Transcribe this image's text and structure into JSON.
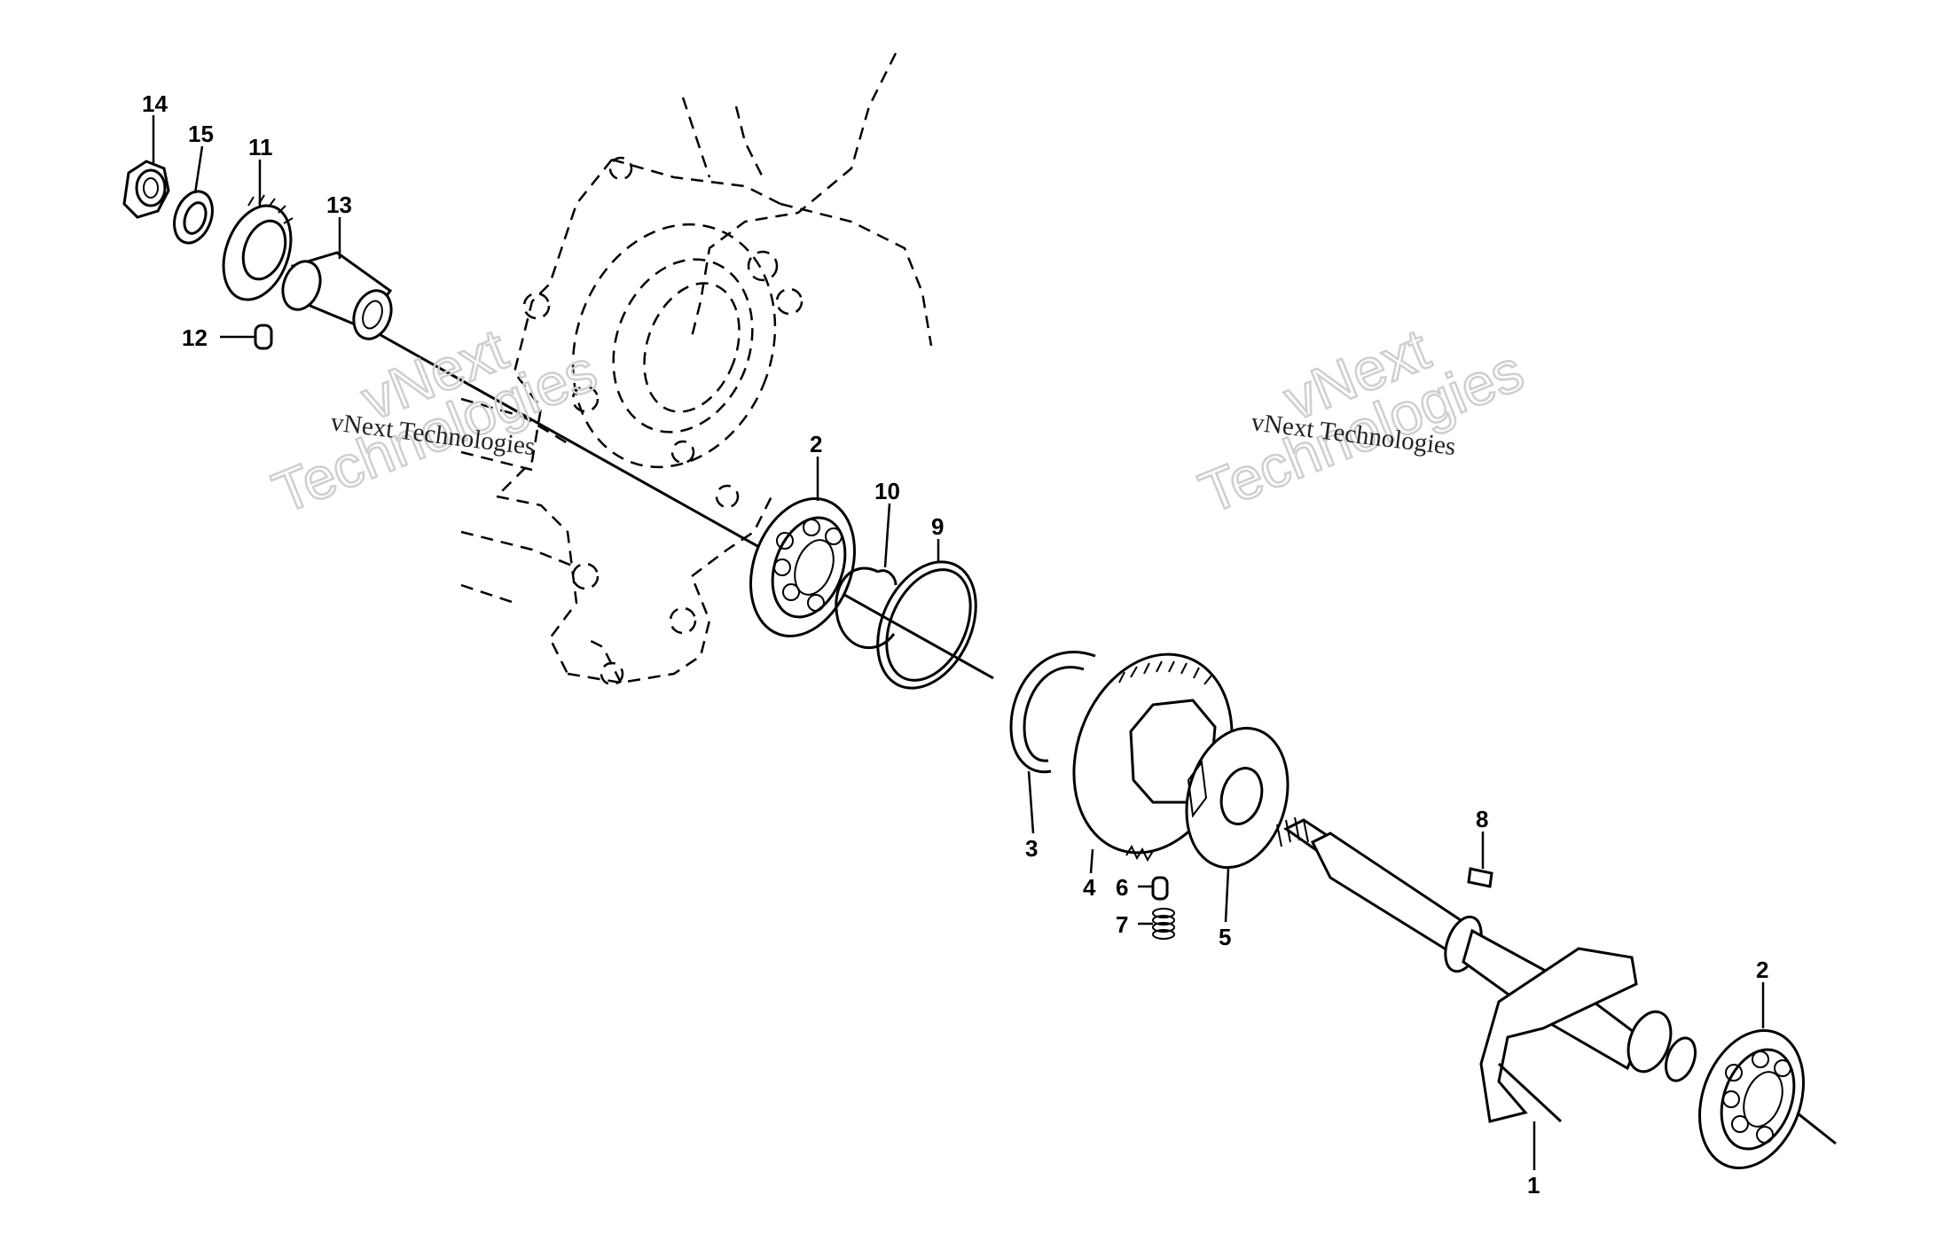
{
  "watermarks": [
    {
      "small": "vNext Technologies",
      "big_line1": "vNext",
      "big_line2": "Technologies"
    },
    {
      "small": "vNext Technologies",
      "big_line1": "vNext",
      "big_line2": "Technologies"
    }
  ],
  "callouts": {
    "c14": "14",
    "c15": "15",
    "c11": "11",
    "c13": "13",
    "c12": "12",
    "c2a": "2",
    "c10": "10",
    "c9": "9",
    "c3": "3",
    "c4": "4",
    "c6": "6",
    "c7": "7",
    "c5": "5",
    "c8": "8",
    "c2b": "2",
    "c1": "1"
  }
}
